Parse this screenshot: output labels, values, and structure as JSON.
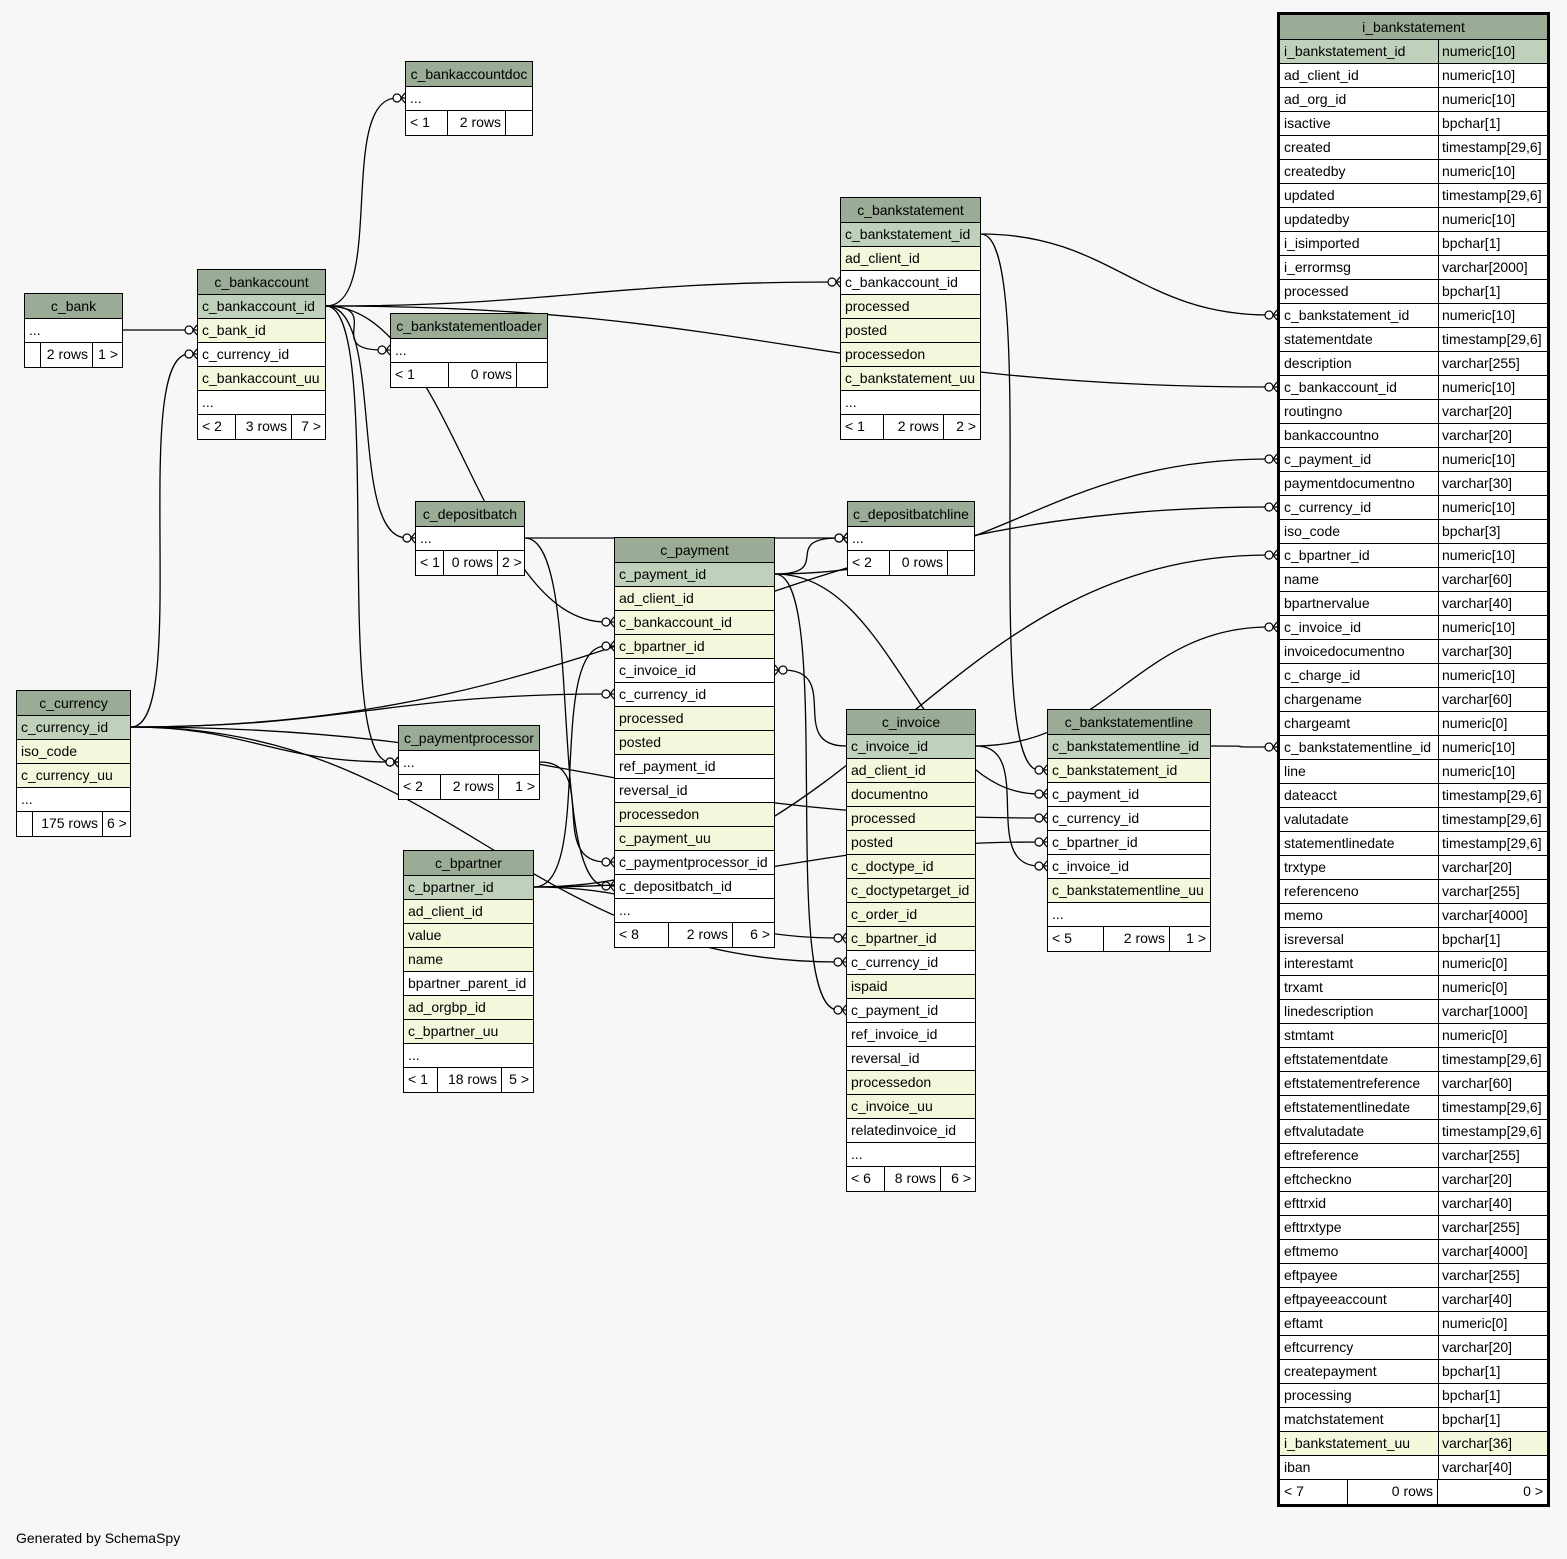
{
  "footer_text": "Generated by SchemaSpy",
  "tables": [
    {
      "id": "c_bank",
      "title": "c_bank",
      "rows": [
        {
          "n": "...",
          "k": "plain"
        }
      ],
      "foot": [
        "",
        "2 rows",
        "1 >"
      ]
    },
    {
      "id": "c_bankaccount",
      "title": "c_bankaccount",
      "rows": [
        {
          "n": "c_bankaccount_id",
          "k": "pk"
        },
        {
          "n": "c_bank_id",
          "k": "idx"
        },
        {
          "n": "c_currency_id",
          "k": "plain"
        },
        {
          "n": "c_bankaccount_uu",
          "k": "idx"
        },
        {
          "n": "...",
          "k": "plain"
        }
      ],
      "foot": [
        "< 2",
        "3 rows",
        "7 >"
      ]
    },
    {
      "id": "c_bankaccountdoc",
      "title": "c_bankaccountdoc",
      "rows": [
        {
          "n": "...",
          "k": "plain"
        }
      ],
      "foot": [
        "< 1",
        "2 rows",
        ""
      ]
    },
    {
      "id": "c_bankstatementloader",
      "title": "c_bankstatementloader",
      "rows": [
        {
          "n": "...",
          "k": "plain"
        }
      ],
      "foot": [
        "< 1",
        "0 rows",
        ""
      ]
    },
    {
      "id": "c_bankstatement",
      "title": "c_bankstatement",
      "rows": [
        {
          "n": "c_bankstatement_id",
          "k": "pk"
        },
        {
          "n": "ad_client_id",
          "k": "idx"
        },
        {
          "n": "c_bankaccount_id",
          "k": "plain"
        },
        {
          "n": "processed",
          "k": "idx"
        },
        {
          "n": "posted",
          "k": "idx"
        },
        {
          "n": "processedon",
          "k": "idx"
        },
        {
          "n": "c_bankstatement_uu",
          "k": "idx"
        },
        {
          "n": "...",
          "k": "plain"
        }
      ],
      "foot": [
        "< 1",
        "2 rows",
        "2 >"
      ]
    },
    {
      "id": "c_depositbatch",
      "title": "c_depositbatch",
      "rows": [
        {
          "n": "...",
          "k": "plain"
        }
      ],
      "foot": [
        "< 1",
        "0 rows",
        "2 >"
      ]
    },
    {
      "id": "c_depositbatchline",
      "title": "c_depositbatchline",
      "rows": [
        {
          "n": "...",
          "k": "plain"
        }
      ],
      "foot": [
        "< 2",
        "0 rows",
        ""
      ]
    },
    {
      "id": "c_payment",
      "title": "c_payment",
      "rows": [
        {
          "n": "c_payment_id",
          "k": "pk"
        },
        {
          "n": "ad_client_id",
          "k": "idx"
        },
        {
          "n": "c_bankaccount_id",
          "k": "idx"
        },
        {
          "n": "c_bpartner_id",
          "k": "idx"
        },
        {
          "n": "c_invoice_id",
          "k": "plain"
        },
        {
          "n": "c_currency_id",
          "k": "plain"
        },
        {
          "n": "processed",
          "k": "idx"
        },
        {
          "n": "posted",
          "k": "idx"
        },
        {
          "n": "ref_payment_id",
          "k": "plain"
        },
        {
          "n": "reversal_id",
          "k": "plain"
        },
        {
          "n": "processedon",
          "k": "idx"
        },
        {
          "n": "c_payment_uu",
          "k": "idx"
        },
        {
          "n": "c_paymentprocessor_id",
          "k": "plain"
        },
        {
          "n": "c_depositbatch_id",
          "k": "plain"
        },
        {
          "n": "...",
          "k": "plain"
        }
      ],
      "foot": [
        "< 8",
        "2 rows",
        "6 >"
      ]
    },
    {
      "id": "c_currency",
      "title": "c_currency",
      "rows": [
        {
          "n": "c_currency_id",
          "k": "pk"
        },
        {
          "n": "iso_code",
          "k": "idx"
        },
        {
          "n": "c_currency_uu",
          "k": "idx"
        },
        {
          "n": "...",
          "k": "plain"
        }
      ],
      "foot": [
        "",
        "175 rows",
        "6 >"
      ]
    },
    {
      "id": "c_paymentprocessor",
      "title": "c_paymentprocessor",
      "rows": [
        {
          "n": "...",
          "k": "plain"
        }
      ],
      "foot": [
        "< 2",
        "2 rows",
        "1 >"
      ]
    },
    {
      "id": "c_bpartner",
      "title": "c_bpartner",
      "rows": [
        {
          "n": "c_bpartner_id",
          "k": "pk"
        },
        {
          "n": "ad_client_id",
          "k": "idx"
        },
        {
          "n": "value",
          "k": "idx"
        },
        {
          "n": "name",
          "k": "idx"
        },
        {
          "n": "bpartner_parent_id",
          "k": "plain"
        },
        {
          "n": "ad_orgbp_id",
          "k": "idx"
        },
        {
          "n": "c_bpartner_uu",
          "k": "idx"
        },
        {
          "n": "...",
          "k": "plain"
        }
      ],
      "foot": [
        "< 1",
        "18 rows",
        "5 >"
      ]
    },
    {
      "id": "c_invoice",
      "title": "c_invoice",
      "rows": [
        {
          "n": "c_invoice_id",
          "k": "pk"
        },
        {
          "n": "ad_client_id",
          "k": "idx"
        },
        {
          "n": "documentno",
          "k": "idx"
        },
        {
          "n": "processed",
          "k": "idx"
        },
        {
          "n": "posted",
          "k": "idx"
        },
        {
          "n": "c_doctype_id",
          "k": "idx"
        },
        {
          "n": "c_doctypetarget_id",
          "k": "idx"
        },
        {
          "n": "c_order_id",
          "k": "idx"
        },
        {
          "n": "c_bpartner_id",
          "k": "idx"
        },
        {
          "n": "c_currency_id",
          "k": "plain"
        },
        {
          "n": "ispaid",
          "k": "idx"
        },
        {
          "n": "c_payment_id",
          "k": "plain"
        },
        {
          "n": "ref_invoice_id",
          "k": "plain"
        },
        {
          "n": "reversal_id",
          "k": "plain"
        },
        {
          "n": "processedon",
          "k": "idx"
        },
        {
          "n": "c_invoice_uu",
          "k": "idx"
        },
        {
          "n": "relatedinvoice_id",
          "k": "plain"
        },
        {
          "n": "...",
          "k": "plain"
        }
      ],
      "foot": [
        "< 6",
        "8 rows",
        "6 >"
      ]
    },
    {
      "id": "c_bankstatementline",
      "title": "c_bankstatementline",
      "rows": [
        {
          "n": "c_bankstatementline_id",
          "k": "pk"
        },
        {
          "n": "c_bankstatement_id",
          "k": "idx"
        },
        {
          "n": "c_payment_id",
          "k": "plain"
        },
        {
          "n": "c_currency_id",
          "k": "plain"
        },
        {
          "n": "c_bpartner_id",
          "k": "plain"
        },
        {
          "n": "c_invoice_id",
          "k": "plain"
        },
        {
          "n": "c_bankstatementline_uu",
          "k": "idx"
        },
        {
          "n": "...",
          "k": "plain"
        }
      ],
      "foot": [
        "< 5",
        "2 rows",
        "1 >"
      ]
    },
    {
      "id": "i_bankstatement",
      "title": "i_bankstatement",
      "focus": true,
      "rows": [
        {
          "n": "i_bankstatement_id",
          "t": "numeric[10]",
          "k": "pk"
        },
        {
          "n": "ad_client_id",
          "t": "numeric[10]",
          "k": "plain"
        },
        {
          "n": "ad_org_id",
          "t": "numeric[10]",
          "k": "plain"
        },
        {
          "n": "isactive",
          "t": "bpchar[1]",
          "k": "plain"
        },
        {
          "n": "created",
          "t": "timestamp[29,6]",
          "k": "plain"
        },
        {
          "n": "createdby",
          "t": "numeric[10]",
          "k": "plain"
        },
        {
          "n": "updated",
          "t": "timestamp[29,6]",
          "k": "plain"
        },
        {
          "n": "updatedby",
          "t": "numeric[10]",
          "k": "plain"
        },
        {
          "n": "i_isimported",
          "t": "bpchar[1]",
          "k": "plain"
        },
        {
          "n": "i_errormsg",
          "t": "varchar[2000]",
          "k": "plain"
        },
        {
          "n": "processed",
          "t": "bpchar[1]",
          "k": "plain"
        },
        {
          "n": "c_bankstatement_id",
          "t": "numeric[10]",
          "k": "plain"
        },
        {
          "n": "statementdate",
          "t": "timestamp[29,6]",
          "k": "plain"
        },
        {
          "n": "description",
          "t": "varchar[255]",
          "k": "plain"
        },
        {
          "n": "c_bankaccount_id",
          "t": "numeric[10]",
          "k": "plain"
        },
        {
          "n": "routingno",
          "t": "varchar[20]",
          "k": "plain"
        },
        {
          "n": "bankaccountno",
          "t": "varchar[20]",
          "k": "plain"
        },
        {
          "n": "c_payment_id",
          "t": "numeric[10]",
          "k": "plain"
        },
        {
          "n": "paymentdocumentno",
          "t": "varchar[30]",
          "k": "plain"
        },
        {
          "n": "c_currency_id",
          "t": "numeric[10]",
          "k": "plain"
        },
        {
          "n": "iso_code",
          "t": "bpchar[3]",
          "k": "plain"
        },
        {
          "n": "c_bpartner_id",
          "t": "numeric[10]",
          "k": "plain"
        },
        {
          "n": "name",
          "t": "varchar[60]",
          "k": "plain"
        },
        {
          "n": "bpartnervalue",
          "t": "varchar[40]",
          "k": "plain"
        },
        {
          "n": "c_invoice_id",
          "t": "numeric[10]",
          "k": "plain"
        },
        {
          "n": "invoicedocumentno",
          "t": "varchar[30]",
          "k": "plain"
        },
        {
          "n": "c_charge_id",
          "t": "numeric[10]",
          "k": "plain"
        },
        {
          "n": "chargename",
          "t": "varchar[60]",
          "k": "plain"
        },
        {
          "n": "chargeamt",
          "t": "numeric[0]",
          "k": "plain"
        },
        {
          "n": "c_bankstatementline_id",
          "t": "numeric[10]",
          "k": "plain"
        },
        {
          "n": "line",
          "t": "numeric[10]",
          "k": "plain"
        },
        {
          "n": "dateacct",
          "t": "timestamp[29,6]",
          "k": "plain"
        },
        {
          "n": "valutadate",
          "t": "timestamp[29,6]",
          "k": "plain"
        },
        {
          "n": "statementlinedate",
          "t": "timestamp[29,6]",
          "k": "plain"
        },
        {
          "n": "trxtype",
          "t": "varchar[20]",
          "k": "plain"
        },
        {
          "n": "referenceno",
          "t": "varchar[255]",
          "k": "plain"
        },
        {
          "n": "memo",
          "t": "varchar[4000]",
          "k": "plain"
        },
        {
          "n": "isreversal",
          "t": "bpchar[1]",
          "k": "plain"
        },
        {
          "n": "interestamt",
          "t": "numeric[0]",
          "k": "plain"
        },
        {
          "n": "trxamt",
          "t": "numeric[0]",
          "k": "plain"
        },
        {
          "n": "linedescription",
          "t": "varchar[1000]",
          "k": "plain"
        },
        {
          "n": "stmtamt",
          "t": "numeric[0]",
          "k": "plain"
        },
        {
          "n": "eftstatementdate",
          "t": "timestamp[29,6]",
          "k": "plain"
        },
        {
          "n": "eftstatementreference",
          "t": "varchar[60]",
          "k": "plain"
        },
        {
          "n": "eftstatementlinedate",
          "t": "timestamp[29,6]",
          "k": "plain"
        },
        {
          "n": "eftvalutadate",
          "t": "timestamp[29,6]",
          "k": "plain"
        },
        {
          "n": "eftreference",
          "t": "varchar[255]",
          "k": "plain"
        },
        {
          "n": "eftcheckno",
          "t": "varchar[20]",
          "k": "plain"
        },
        {
          "n": "efttrxid",
          "t": "varchar[40]",
          "k": "plain"
        },
        {
          "n": "efttrxtype",
          "t": "varchar[255]",
          "k": "plain"
        },
        {
          "n": "eftmemo",
          "t": "varchar[4000]",
          "k": "plain"
        },
        {
          "n": "eftpayee",
          "t": "varchar[255]",
          "k": "plain"
        },
        {
          "n": "eftpayeeaccount",
          "t": "varchar[40]",
          "k": "plain"
        },
        {
          "n": "eftamt",
          "t": "numeric[0]",
          "k": "plain"
        },
        {
          "n": "eftcurrency",
          "t": "varchar[20]",
          "k": "plain"
        },
        {
          "n": "createpayment",
          "t": "bpchar[1]",
          "k": "plain"
        },
        {
          "n": "processing",
          "t": "bpchar[1]",
          "k": "plain"
        },
        {
          "n": "matchstatement",
          "t": "bpchar[1]",
          "k": "plain"
        },
        {
          "n": "i_bankstatement_uu",
          "t": "varchar[36]",
          "k": "idx"
        },
        {
          "n": "iban",
          "t": "varchar[40]",
          "k": "plain"
        }
      ],
      "foot": [
        "< 7",
        "0 rows",
        "0 >"
      ]
    }
  ],
  "relations": [
    {
      "from": "c_bank.0",
      "to": "c_bankaccount.1"
    },
    {
      "from": "c_currency.0",
      "to": "c_bankaccount.2"
    },
    {
      "from": "c_bankaccount.0",
      "to": "c_bankaccountdoc.0"
    },
    {
      "from": "c_bankaccount.0",
      "to": "c_bankstatementloader.0"
    },
    {
      "from": "c_bankaccount.0",
      "to": "c_bankstatement.2"
    },
    {
      "from": "c_bankaccount.0",
      "to": "c_depositbatch.0"
    },
    {
      "from": "c_bankaccount.0",
      "to": "c_payment.2"
    },
    {
      "from": "c_bankaccount.0",
      "to": "c_paymentprocessor.0"
    },
    {
      "from": "c_bankaccount.0",
      "to": "i_bankstatement.14"
    },
    {
      "from": "c_bankstatement.0",
      "to": "i_bankstatement.11"
    },
    {
      "from": "c_bankstatement.0",
      "to": "c_bankstatementline.1"
    },
    {
      "from": "c_depositbatch.0",
      "to": "c_depositbatchline.0"
    },
    {
      "from": "c_depositbatch.0",
      "to": "c_payment.13"
    },
    {
      "from": "c_payment.0",
      "to": "c_depositbatchline.0"
    },
    {
      "from": "c_payment.0",
      "to": "i_bankstatement.17"
    },
    {
      "from": "c_payment.0",
      "to": "c_bankstatementline.2"
    },
    {
      "from": "c_payment.0",
      "to": "c_invoice.11"
    },
    {
      "from": "c_currency.0",
      "to": "c_payment.5"
    },
    {
      "from": "c_currency.0",
      "to": "c_paymentprocessor.0"
    },
    {
      "from": "c_currency.0",
      "to": "i_bankstatement.19"
    },
    {
      "from": "c_currency.0",
      "to": "c_invoice.9"
    },
    {
      "from": "c_currency.0",
      "to": "c_bankstatementline.3"
    },
    {
      "from": "c_paymentprocessor.0",
      "to": "c_payment.12"
    },
    {
      "from": "c_bpartner.0",
      "to": "c_payment.3"
    },
    {
      "from": "c_bpartner.0",
      "to": "c_invoice.8"
    },
    {
      "from": "c_bpartner.0",
      "to": "c_bankstatementline.4"
    },
    {
      "from": "c_bpartner.0",
      "to": "i_bankstatement.21"
    },
    {
      "from": "c_invoice.0",
      "to": "c_payment.4"
    },
    {
      "from": "c_invoice.0",
      "to": "c_bankstatementline.5"
    },
    {
      "from": "c_invoice.0",
      "to": "i_bankstatement.24"
    },
    {
      "from": "c_bankstatementline.0",
      "to": "i_bankstatement.29"
    }
  ]
}
